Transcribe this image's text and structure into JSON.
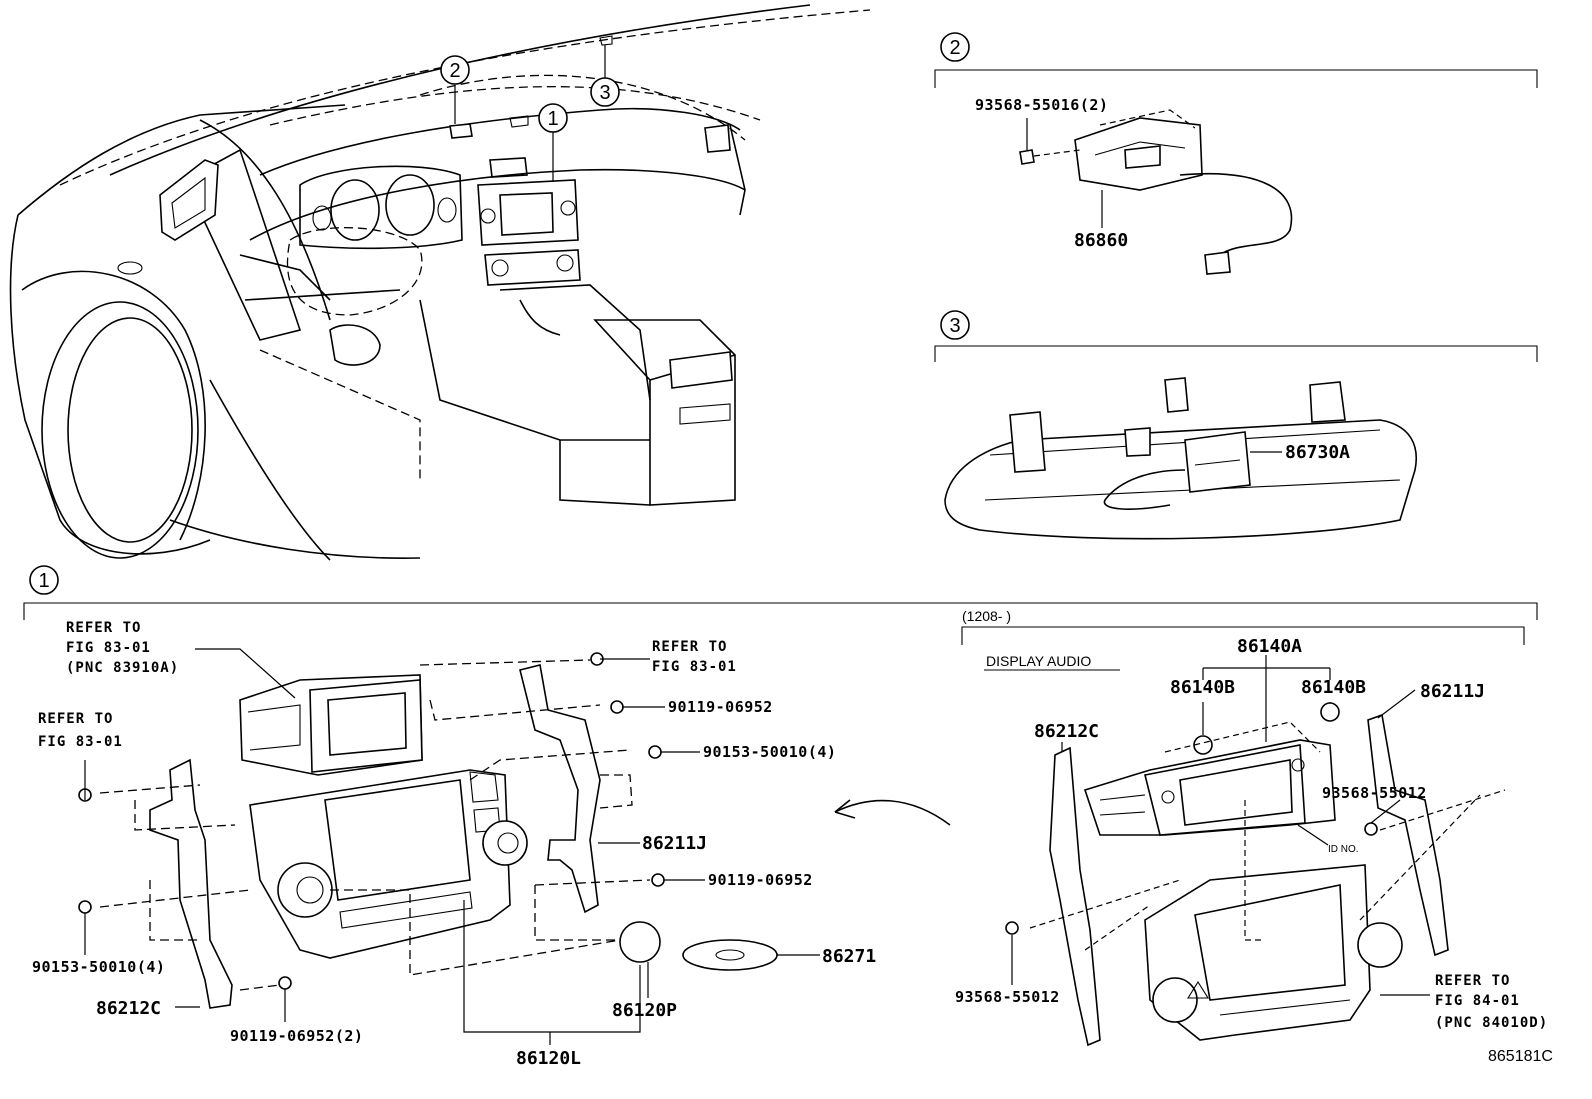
{
  "figure_id": "865181C",
  "callouts": [
    "1",
    "2",
    "3"
  ],
  "detail_2": {
    "parts": [
      "93568-55016(2)",
      "86860"
    ]
  },
  "detail_3": {
    "parts": [
      "86730A"
    ]
  },
  "detail_1_left": {
    "parts": {
      "ref_a_line1": "REFER TO",
      "ref_a_line2": "FIG 83-01",
      "ref_a_line3": "(PNC 83910A)",
      "ref_b_line1": "REFER TO",
      "ref_b_line2": "FIG 83-01",
      "ref_c_line1": "REFER TO",
      "ref_c_line2": "FIG 83-01",
      "p_90119_a": "90119-06952",
      "p_90153_a": "90153-50010(4)",
      "p_86211j": "86211J",
      "p_90119_b": "90119-06952",
      "p_86271": "86271",
      "p_86120p": "86120P",
      "p_86120l": "86120L",
      "p_90153_b": "90153-50010(4)",
      "p_86212c": "86212C",
      "p_90119_c": "90119-06952(2)"
    }
  },
  "detail_1_right": {
    "date_range": "(1208-      )",
    "variant": "DISPLAY AUDIO",
    "parts": {
      "p_86140a": "86140A",
      "p_86140b_a": "86140B",
      "p_86140b_b": "86140B",
      "p_86211j": "86211J",
      "p_86212c": "86212C",
      "p_93568_a": "93568-55012",
      "p_93568_b": "93568-55012",
      "id_no": "ID NO.",
      "ref_line1": "REFER TO",
      "ref_line2": "FIG 84-01",
      "ref_line3": "(PNC 84010D)"
    }
  }
}
